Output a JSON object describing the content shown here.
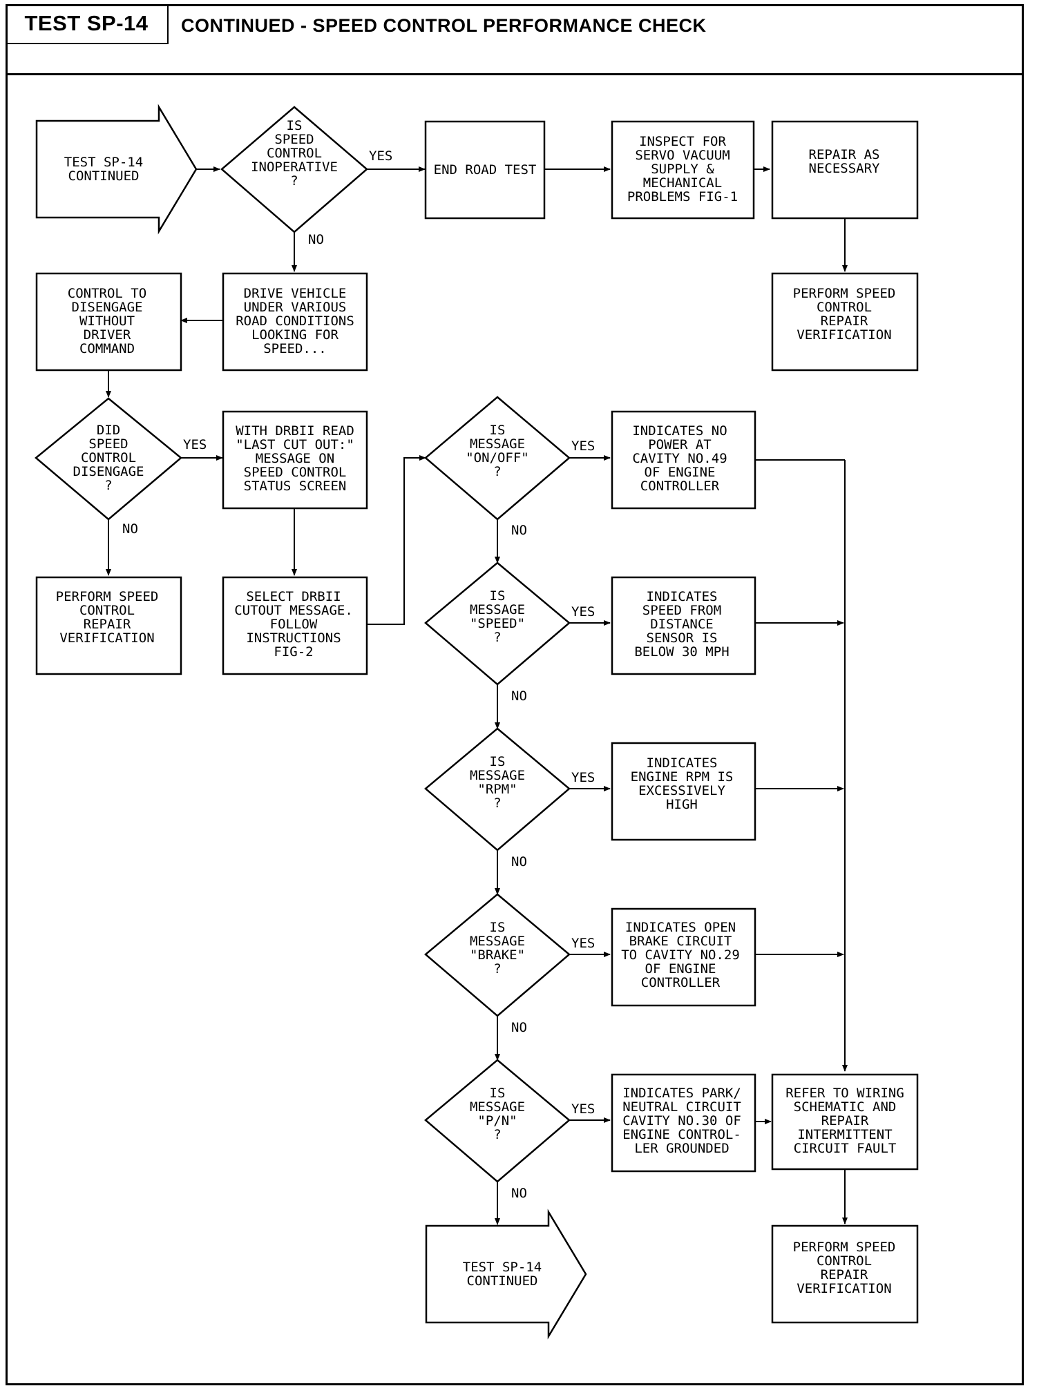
{
  "header": {
    "test_id": "TEST SP-14",
    "title": "CONTINUED - SPEED CONTROL PERFORMANCE CHECK"
  },
  "edge_labels": {
    "yes": "YES",
    "no": "NO"
  },
  "nodes": {
    "start": [
      "TEST SP-14",
      "CONTINUED"
    ],
    "d_inop": [
      "IS",
      "SPEED",
      "CONTROL",
      "INOPERATIVE",
      "?"
    ],
    "end_road": [
      "END ROAD TEST"
    ],
    "inspect": [
      "INSPECT FOR",
      "SERVO VACUUM",
      "SUPPLY &",
      "MECHANICAL",
      "PROBLEMS FIG-1"
    ],
    "repair_nec": [
      "REPAIR AS",
      "NECESSARY"
    ],
    "perform1": [
      "PERFORM SPEED",
      "CONTROL",
      "REPAIR",
      "VERIFICATION"
    ],
    "drive": [
      "DRIVE VEHICLE",
      "UNDER VARIOUS",
      "ROAD CONDITIONS",
      "LOOKING FOR",
      "SPEED..."
    ],
    "control_dis": [
      "CONTROL TO",
      "DISENGAGE",
      "WITHOUT",
      "DRIVER",
      "COMMAND"
    ],
    "d_did": [
      "DID",
      "SPEED",
      "CONTROL",
      "DISENGAGE",
      "?"
    ],
    "perform2": [
      "PERFORM SPEED",
      "CONTROL",
      "REPAIR",
      "VERIFICATION"
    ],
    "with_drb": [
      "WITH DRBII READ",
      "\"LAST CUT OUT:\"",
      "MESSAGE ON",
      "SPEED CONTROL",
      "STATUS SCREEN"
    ],
    "select_drb": [
      "SELECT DRBII",
      "CUTOUT MESSAGE.",
      "FOLLOW",
      "INSTRUCTIONS",
      "FIG-2"
    ],
    "d_onoff": [
      "IS",
      "MESSAGE",
      "\"ON/OFF\"",
      "?"
    ],
    "ind_power": [
      "INDICATES NO",
      "POWER AT",
      "CAVITY NO.49",
      "OF ENGINE",
      "CONTROLLER"
    ],
    "d_speed": [
      "IS",
      "MESSAGE",
      "\"SPEED\"",
      "?"
    ],
    "ind_speed": [
      "INDICATES",
      "SPEED FROM",
      "DISTANCE",
      "SENSOR IS",
      "BELOW 30 MPH"
    ],
    "d_rpm": [
      "IS",
      "MESSAGE",
      "\"RPM\"",
      "?"
    ],
    "ind_rpm": [
      "INDICATES",
      "ENGINE RPM IS",
      "EXCESSIVELY",
      "HIGH"
    ],
    "d_brake": [
      "IS",
      "MESSAGE",
      "\"BRAKE\"",
      "?"
    ],
    "ind_brake": [
      "INDICATES OPEN",
      "BRAKE CIRCUIT",
      "TO CAVITY NO.29",
      "OF ENGINE",
      "CONTROLLER"
    ],
    "d_pn": [
      "IS",
      "MESSAGE",
      "\"P/N\"",
      "?"
    ],
    "ind_pn": [
      "INDICATES PARK/",
      "NEUTRAL CIRCUIT",
      "CAVITY NO.30 OF",
      "ENGINE CONTROL-",
      "LER GROUNDED"
    ],
    "refer": [
      "REFER TO WIRING",
      "SCHEMATIC AND",
      "REPAIR",
      "INTERMITTENT",
      "CIRCUIT FAULT"
    ],
    "perform3": [
      "PERFORM SPEED",
      "CONTROL",
      "REPAIR",
      "VERIFICATION"
    ],
    "end_cont": [
      "TEST SP-14",
      "CONTINUED"
    ]
  }
}
